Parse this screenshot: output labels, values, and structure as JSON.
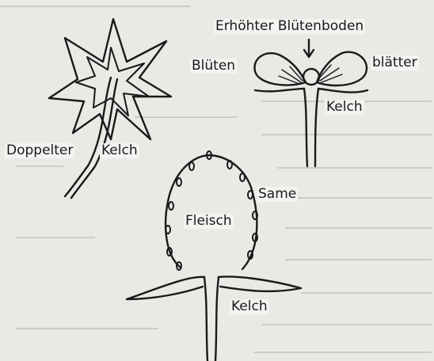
{
  "colors": {
    "paper": "#e9e9e6",
    "ink": "#1a1a1a",
    "bleed": "#8c8c8a"
  },
  "labels": {
    "doppelter": "Doppelter",
    "kelch_1": "Kelch",
    "erhoehter": "Erhöhter Blütenboden",
    "blueten": "Blüten",
    "blaetter": "blätter",
    "kelch_2": "Kelch",
    "same": "Same",
    "fleisch": "Fleisch",
    "kelch_3": "Kelch"
  }
}
